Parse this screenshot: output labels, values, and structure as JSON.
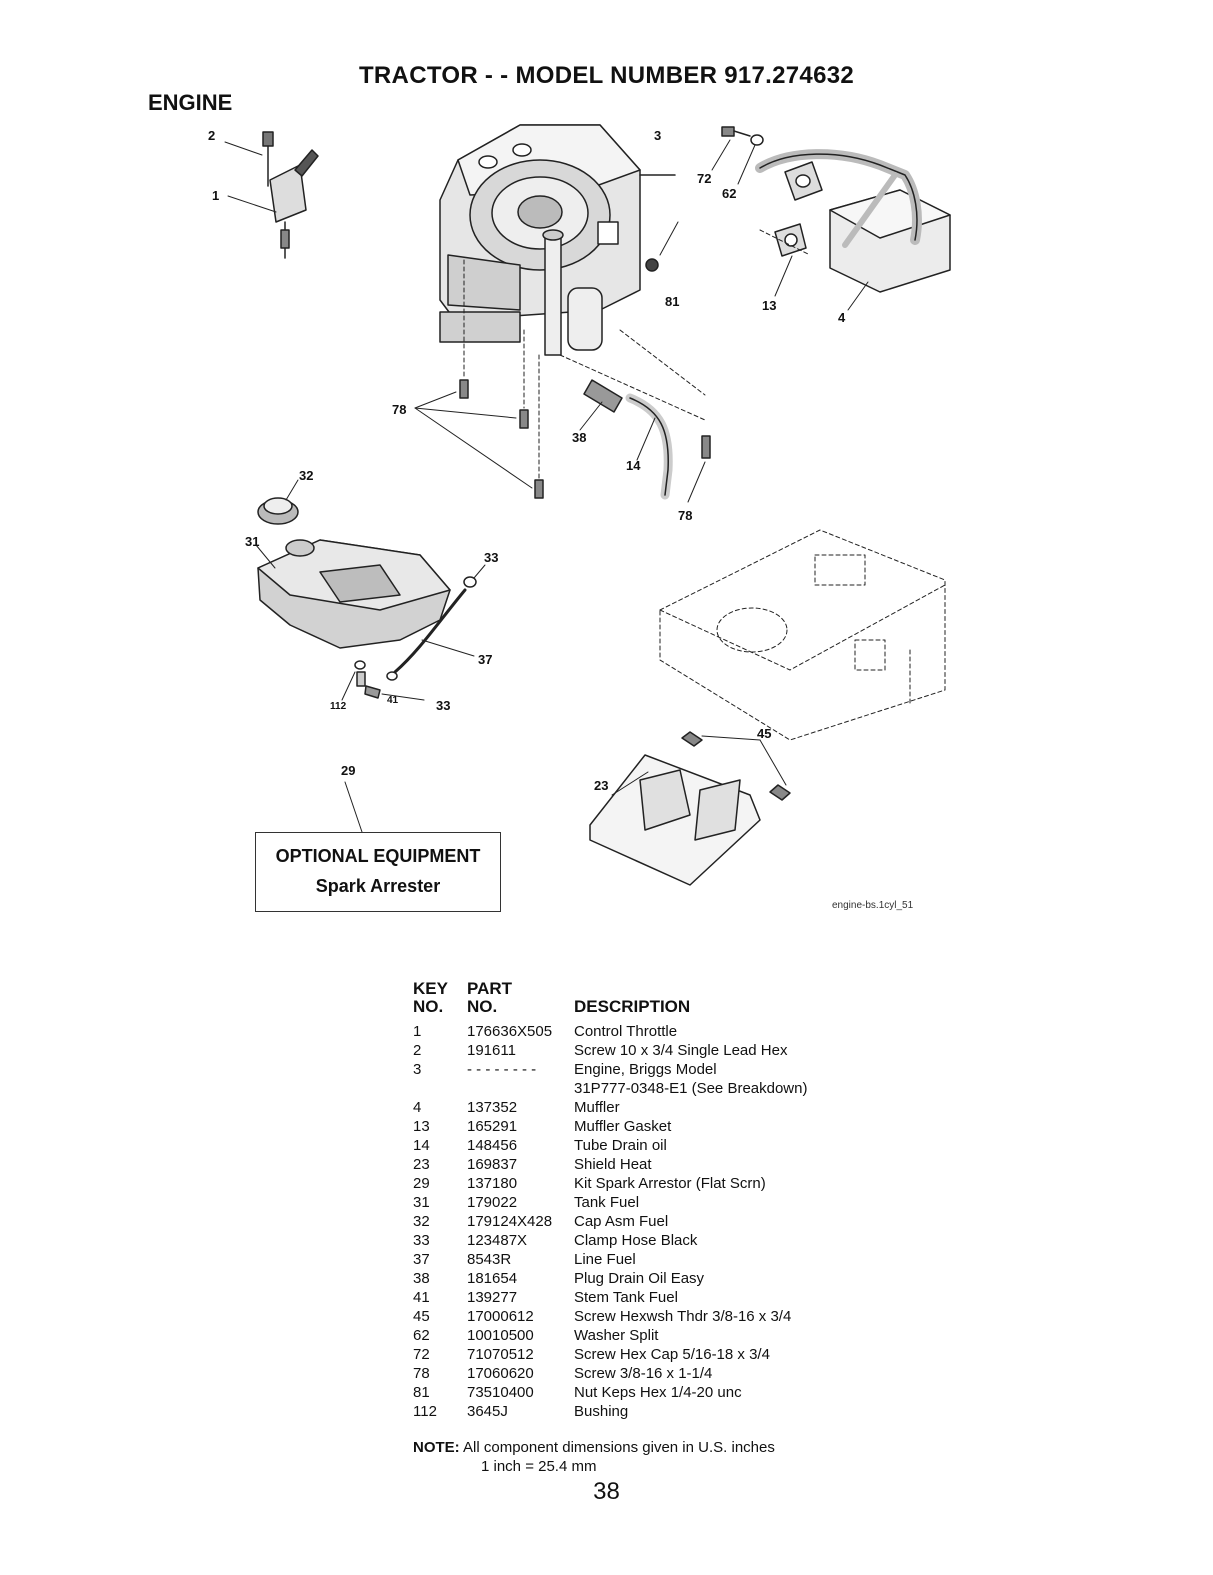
{
  "header": {
    "title": "TRACTOR - - MODEL NUMBER 917.274632",
    "section": "ENGINE"
  },
  "callouts": [
    "2",
    "1",
    "3",
    "72",
    "62",
    "13",
    "4",
    "81",
    "78",
    "38",
    "14",
    "78",
    "32",
    "31",
    "33",
    "37",
    "112",
    "41",
    "33",
    "29",
    "45",
    "23"
  ],
  "optional_equipment": {
    "title": "OPTIONAL EQUIPMENT",
    "item": "Spark Arrester"
  },
  "image_code": "engine-bs.1cyl_51",
  "parts_table": {
    "header_key_1": "KEY",
    "header_key_2": "NO.",
    "header_part_1": "PART",
    "header_part_2": "NO.",
    "header_desc": "DESCRIPTION",
    "rows": [
      {
        "key": "1",
        "part": "176636X505",
        "desc": "Control Throttle"
      },
      {
        "key": "2",
        "part": "191611",
        "desc": "Screw 10 x 3/4 Single Lead Hex"
      },
      {
        "key": "3",
        "part": "- - - - - - - -",
        "desc": "Engine, Briggs Model"
      },
      {
        "key": "",
        "part": "",
        "desc": "31P777-0348-E1 (See Breakdown)"
      },
      {
        "key": "4",
        "part": "137352",
        "desc": "Muffler"
      },
      {
        "key": "13",
        "part": "165291",
        "desc": "Muffler Gasket"
      },
      {
        "key": "14",
        "part": "148456",
        "desc": "Tube Drain oil"
      },
      {
        "key": "23",
        "part": "169837",
        "desc": "Shield Heat"
      },
      {
        "key": "29",
        "part": "137180",
        "desc": "Kit Spark Arrestor (Flat Scrn)"
      },
      {
        "key": "31",
        "part": "179022",
        "desc": "Tank Fuel"
      },
      {
        "key": "32",
        "part": "179124X428",
        "desc": "Cap Asm Fuel"
      },
      {
        "key": "33",
        "part": "123487X",
        "desc": "Clamp Hose Black"
      },
      {
        "key": "37",
        "part": "8543R",
        "desc": "Line Fuel"
      },
      {
        "key": "38",
        "part": "181654",
        "desc": "Plug Drain Oil Easy"
      },
      {
        "key": "41",
        "part": "139277",
        "desc": "Stem Tank Fuel"
      },
      {
        "key": "45",
        "part": "17000612",
        "desc": "Screw Hexwsh Thdr 3/8-16 x 3/4"
      },
      {
        "key": "62",
        "part": "10010500",
        "desc": "Washer Split"
      },
      {
        "key": "72",
        "part": "71070512",
        "desc": "Screw Hex Cap 5/16-18 x 3/4"
      },
      {
        "key": "78",
        "part": "17060620",
        "desc": "Screw 3/8-16 x 1-1/4"
      },
      {
        "key": "81",
        "part": "73510400",
        "desc": "Nut Keps Hex 1/4-20 unc"
      },
      {
        "key": "112",
        "part": "3645J",
        "desc": "Bushing"
      }
    ]
  },
  "note": {
    "label": "NOTE:",
    "line1": "All component dimensions given in U.S. inches",
    "line2": "1 inch = 25.4 mm"
  },
  "page_number": "38"
}
